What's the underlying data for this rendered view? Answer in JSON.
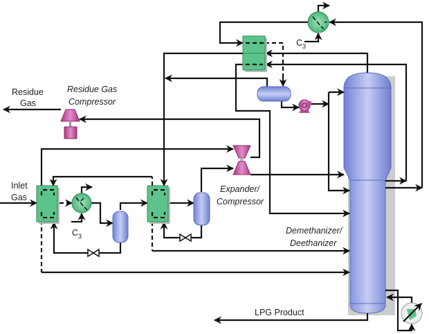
{
  "labels": {
    "residue_gas_1": "Residue",
    "residue_gas_2": "Gas",
    "compressor_1": "Residue Gas",
    "compressor_2": "Compressor",
    "inlet_1": "Inlet",
    "inlet_2": "Gas",
    "c3_main": "C",
    "c3_sub": "3",
    "expander_1": "Expander/",
    "expander_2": "Compressor",
    "column_1": "Demethanizer/",
    "column_2": "Deethanizer",
    "lpg": "LPG Product"
  },
  "colors": {
    "exchanger": "#5cc48a",
    "vessel": "#8a9be0",
    "machine": "#c0509a",
    "line": "#111111"
  }
}
